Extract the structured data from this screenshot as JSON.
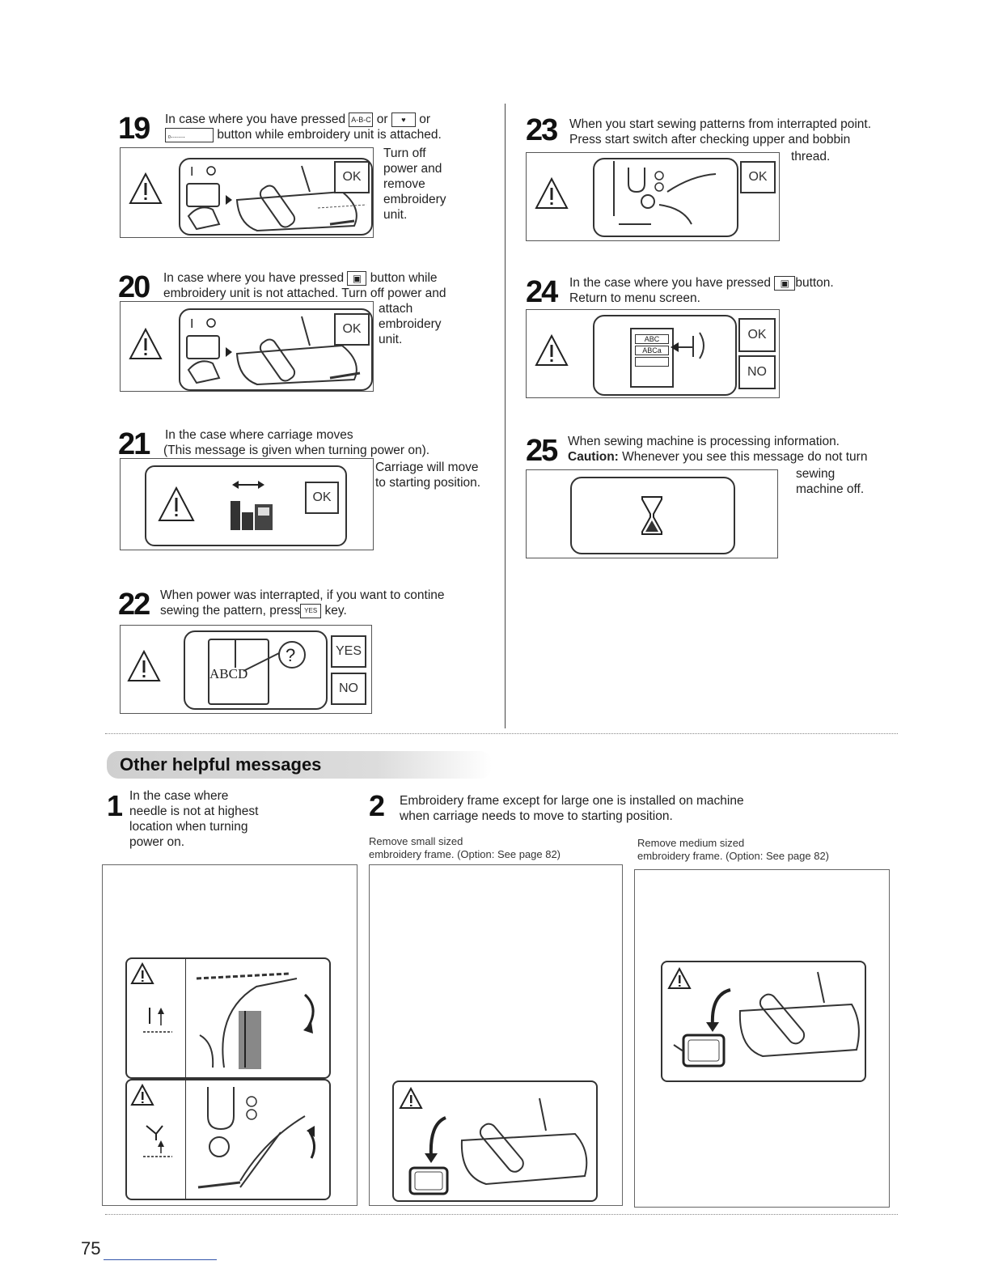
{
  "msg19": {
    "number": "19",
    "line1_a": "In case where you have pressed",
    "line1_b": "or",
    "line1_c": "or",
    "line2": "button while embroidery unit is attached.",
    "side": [
      "Turn off",
      "power and",
      "remove",
      "embroidery",
      "unit."
    ],
    "ok": "OK",
    "icon_abc": "A-B-C"
  },
  "msg20": {
    "number": "20",
    "line1_a": "In case where you have pressed",
    "line1_b": "button while",
    "line2": "embroidery unit is not attached. Turn off power and",
    "side": [
      "attach",
      "embroidery",
      "unit."
    ],
    "ok": "OK"
  },
  "msg21": {
    "number": "21",
    "line1": "In the case where carriage moves",
    "line2": "(This message is given when turning power on).",
    "side": [
      "Carriage will move",
      "to starting position."
    ],
    "ok": "OK"
  },
  "msg22": {
    "number": "22",
    "line1": "When power was interrapted, if you want to contine",
    "line2_a": "sewing the pattern, press",
    "line2_b": "key.",
    "yes": "YES",
    "no": "NO",
    "abc": "ABCD",
    "yes_small": "YES"
  },
  "msg23": {
    "number": "23",
    "line1": "When you start sewing patterns from interrapted point.",
    "line2": "Press start switch after checking upper and bobbin",
    "side": "thread.",
    "ok": "OK"
  },
  "msg24": {
    "number": "24",
    "line1_a": "In the case where you have pressed",
    "line1_b": "button.",
    "line2": "Return to menu screen.",
    "ok": "OK",
    "no": "NO",
    "menu1": "ABC",
    "menu2": "ABCa"
  },
  "msg25": {
    "number": "25",
    "line1": "When sewing machine is processing information.",
    "caution_label": "Caution:",
    "caution_text": "Whenever you see this message do not turn",
    "side": [
      "sewing",
      "machine off."
    ]
  },
  "other": {
    "banner": "Other helpful messages",
    "item1": {
      "number": "1",
      "lines": [
        "In the case where",
        "needle is not at highest",
        "location when turning",
        "power on."
      ]
    },
    "item2": {
      "number": "2",
      "line1": "Embroidery frame except for large one is installed on machine",
      "line2": "when carriage needs to move to starting position.",
      "left_caption": [
        "Remove small sized",
        "embroidery frame. (Option: See page 82)"
      ],
      "right_caption": [
        "Remove medium sized",
        "embroidery frame. (Option: See page 82)"
      ]
    }
  },
  "page_number": "75"
}
